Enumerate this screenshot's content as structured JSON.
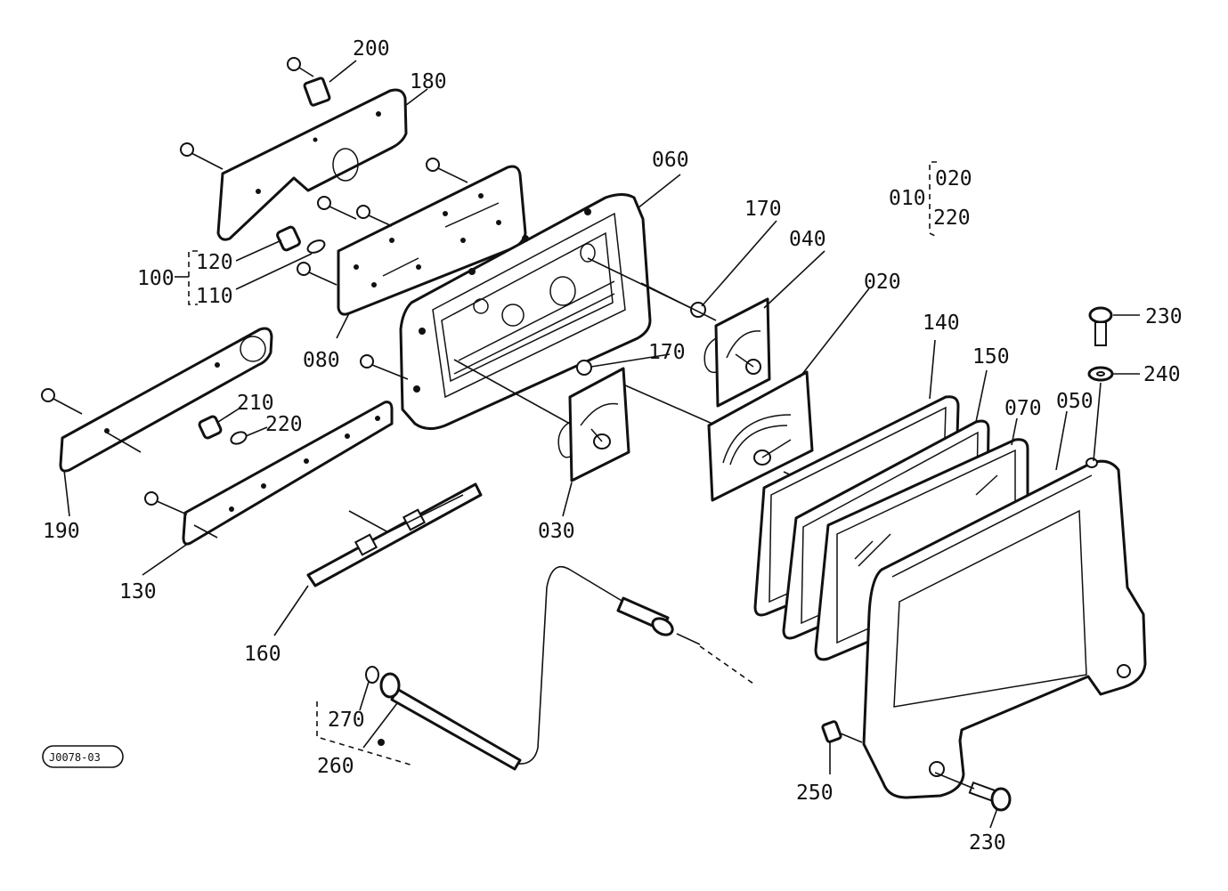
{
  "labels": {
    "p200": "200",
    "p180": "180",
    "p060": "060",
    "p170a": "170",
    "p040": "040",
    "p020a": "020",
    "p010": "010",
    "p020b": "020",
    "p220b": "220",
    "p100": "100",
    "p120": "120",
    "p110": "110",
    "p080": "080",
    "p170b": "170",
    "p140": "140",
    "p150": "150",
    "p070": "070",
    "p050": "050",
    "p230a": "230",
    "p240": "240",
    "p210": "210",
    "p220a": "220",
    "p190": "190",
    "p030": "030",
    "p130": "130",
    "p160": "160",
    "p270": "270",
    "p260": "260",
    "p250": "250",
    "p230b": "230"
  },
  "drawing_code": "J0078-03"
}
